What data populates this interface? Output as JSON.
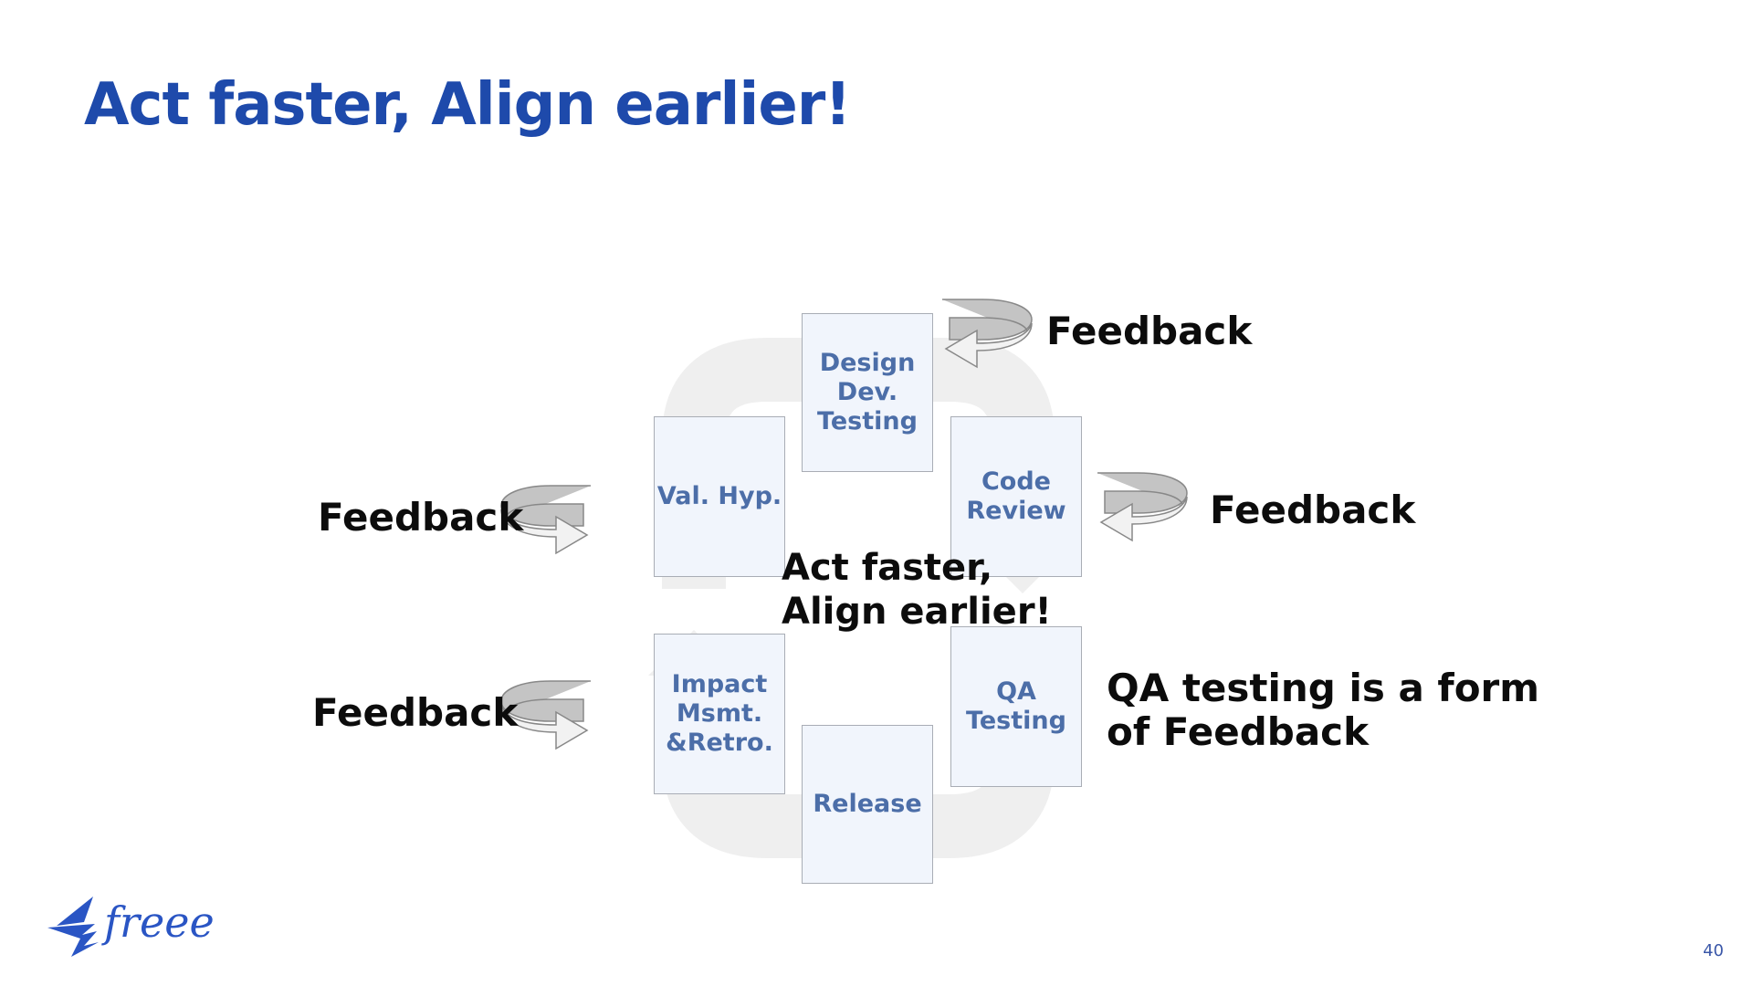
{
  "slide": {
    "title": "Act faster, Align earlier!",
    "page_number": "40",
    "logo_text": "freee"
  },
  "diagram": {
    "boxes": {
      "design": "Design\nDev.\nTesting",
      "val_hyp": "Val. Hyp.",
      "code_review": "Code\nReview",
      "impact": "Impact\nMsmt.\n&Retro.",
      "qa": "QA\nTesting",
      "release": "Release"
    },
    "center_text": "Act faster,\nAlign earlier!",
    "labels": {
      "feedback_top": "Feedback",
      "feedback_right": "Feedback",
      "feedback_left_upper": "Feedback",
      "feedback_left_lower": "Feedback",
      "qa_note": "QA testing is a form\nof Feedback"
    }
  },
  "colors": {
    "title": "#1e4aab",
    "box_text": "#4c6ea8",
    "box_fill": "#f1f5fc",
    "arrow_gray": "#b8b8b8",
    "cycle_bg": "#efefef"
  }
}
